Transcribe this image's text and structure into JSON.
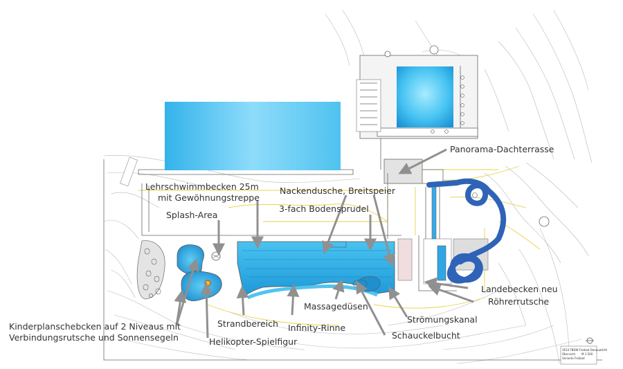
{
  "labels": {
    "panorama": "Panorama-Dachterrasse",
    "lehrschwimmbecken_1": "Lehrschwimmbecken 25m",
    "lehrschwimmbecken_2": "mit Gewöhnungstreppe",
    "nackendusche": "Nackendusche, Breitspeier",
    "bodensprudel": "3-fach Bodensprudel",
    "splash": "Splash-Area",
    "landebecken_1": "Landebecken neu",
    "landebecken_2": "Röhrerrutsche",
    "kinder_1": "Kinderplanschebcken auf 2 Niveaus mit",
    "kinder_2": "Verbindungsrutsche und Sonnensegeln",
    "strand": "Strandbereich",
    "infinity": "Infinity-Rinne",
    "massage": "Massagedüsen",
    "stroemung": "Strömungskanal",
    "schaukel": "Schauckelbucht",
    "heli": "Helikopter-Spielfigur"
  },
  "title_block": {
    "line1": "3614 FBDW Freibad Donauwörth",
    "line2": "Übersicht",
    "line3": "M 1:500",
    "line4": "Variante Freibad"
  },
  "colors": {
    "water_light": "#8fe0ff",
    "water_mid": "#33b8ef",
    "water_dark": "#1c95d6",
    "slide": "#2f63b8",
    "arrow": "#909090",
    "contour": "#b8b8b8",
    "plan_yellow": "#e6d24a",
    "text": "#333333"
  }
}
